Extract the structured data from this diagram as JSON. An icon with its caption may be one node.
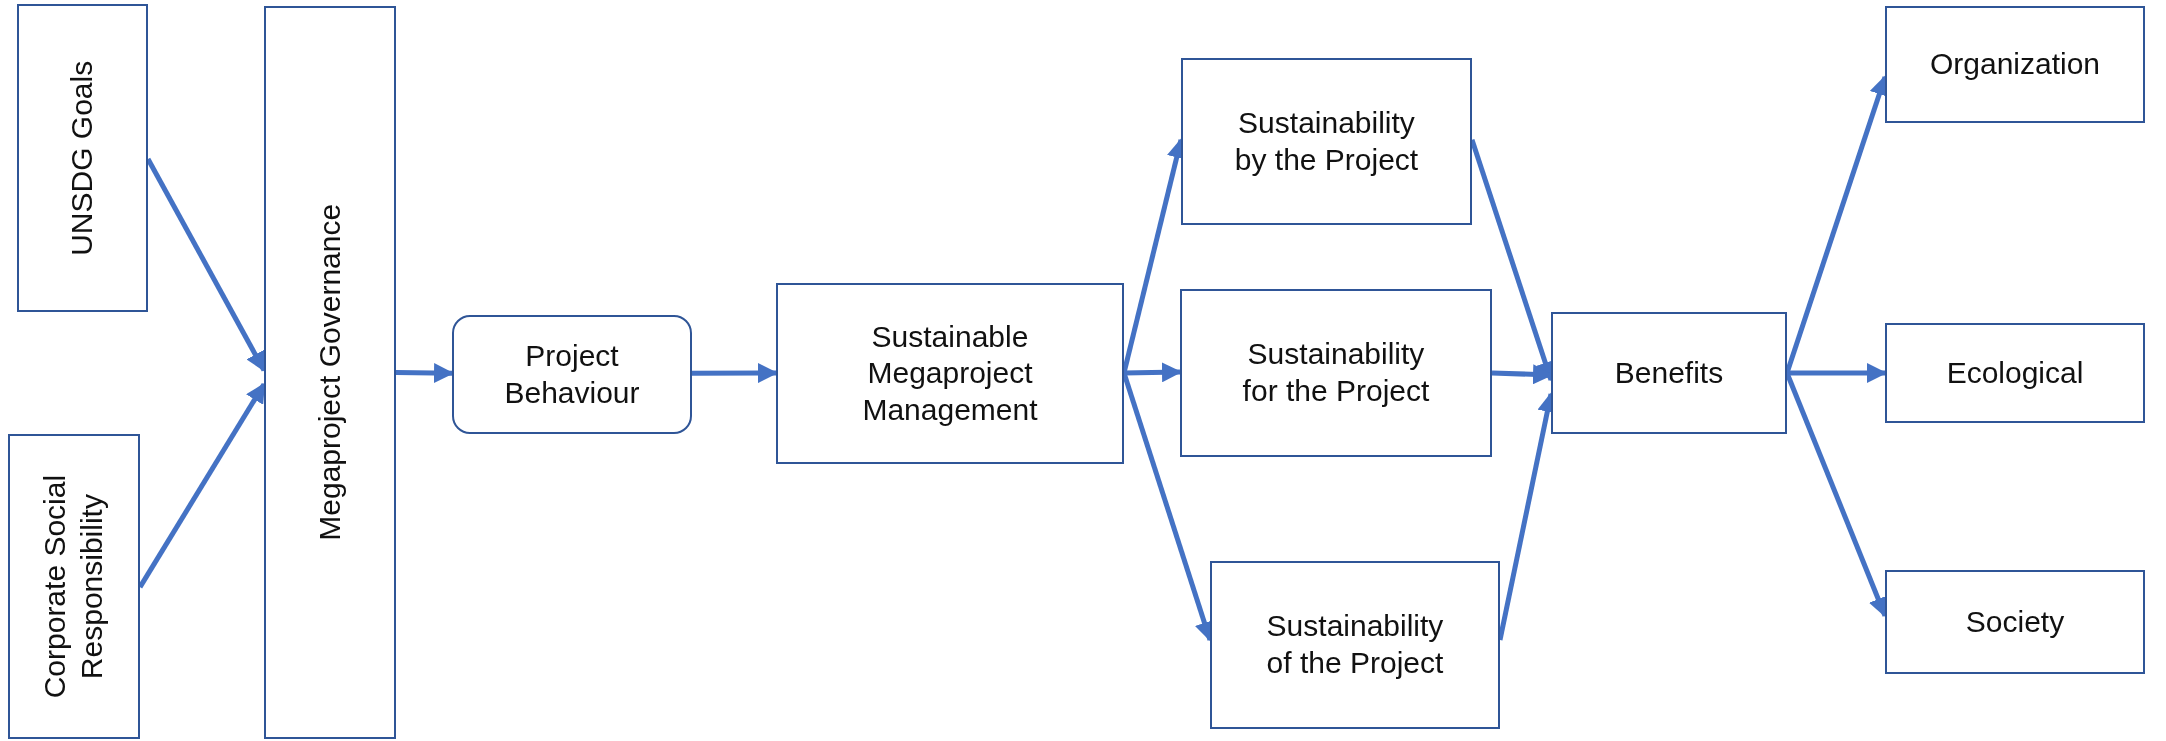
{
  "diagram": {
    "nodes": [
      {
        "text": [
          "UNSDG Goals"
        ]
      },
      {
        "text": [
          "Corporate Social Responsibility"
        ]
      },
      {
        "text": [
          "Megaproject Governance"
        ]
      },
      {
        "text": [
          "Project Behaviour"
        ]
      },
      {
        "text": [
          "Sustainable Megaproject Management"
        ]
      },
      {
        "text": [
          "Sustainability by the Project"
        ]
      },
      {
        "text": [
          "Sustainability for  the Project"
        ]
      },
      {
        "text": [
          "Sustainability of the Project"
        ]
      },
      {
        "text": [
          "Benefits"
        ]
      },
      {
        "text": [
          "Organization"
        ]
      },
      {
        "text": [
          "Ecological"
        ]
      },
      {
        "text": [
          "Society"
        ]
      }
    ],
    "edges": [
      {
        "from": 0,
        "to": 2,
        "arrow": "to"
      },
      {
        "from": 1,
        "to": 2,
        "arrow": "to"
      },
      {
        "from": 2,
        "to": 3,
        "arrow": "to"
      },
      {
        "from": 3,
        "to": 4,
        "arrow": "to"
      },
      {
        "from": 4,
        "to": 5,
        "arrow": "to"
      },
      {
        "from": 4,
        "to": 6,
        "arrow": "to"
      },
      {
        "from": 4,
        "to": 7,
        "arrow": "to"
      },
      {
        "from": 5,
        "to": 8,
        "arrow": "to"
      },
      {
        "from": 6,
        "to": 8,
        "arrow": "to"
      },
      {
        "from": 7,
        "to": 8,
        "arrow": "to"
      },
      {
        "from": 8,
        "to": 9,
        "arrow": "to"
      },
      {
        "from": 8,
        "to": 10,
        "arrow": "to"
      },
      {
        "from": 8,
        "to": 11,
        "arrow": "to"
      }
    ]
  }
}
